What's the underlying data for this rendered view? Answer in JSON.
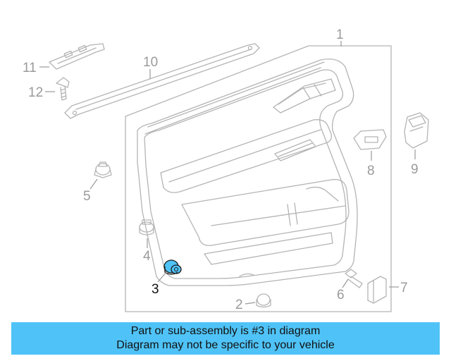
{
  "diagram": {
    "callouts": {
      "c1": "1",
      "c2": "2",
      "c3": "3",
      "c4": "4",
      "c5": "5",
      "c6": "6",
      "c7": "7",
      "c8": "8",
      "c9": "9",
      "c10": "10",
      "c11": "11",
      "c12": "12"
    },
    "highlighted_part": "3",
    "colors": {
      "highlight": "#4fc3f7",
      "lines": "#b4b4b4",
      "callout_text": "#9a9a9a",
      "banner": "#4fc3f7"
    }
  },
  "banner": {
    "line1": "Part or sub-assembly is #3 in diagram",
    "line2": "Diagram may not be specific to your vehicle"
  }
}
